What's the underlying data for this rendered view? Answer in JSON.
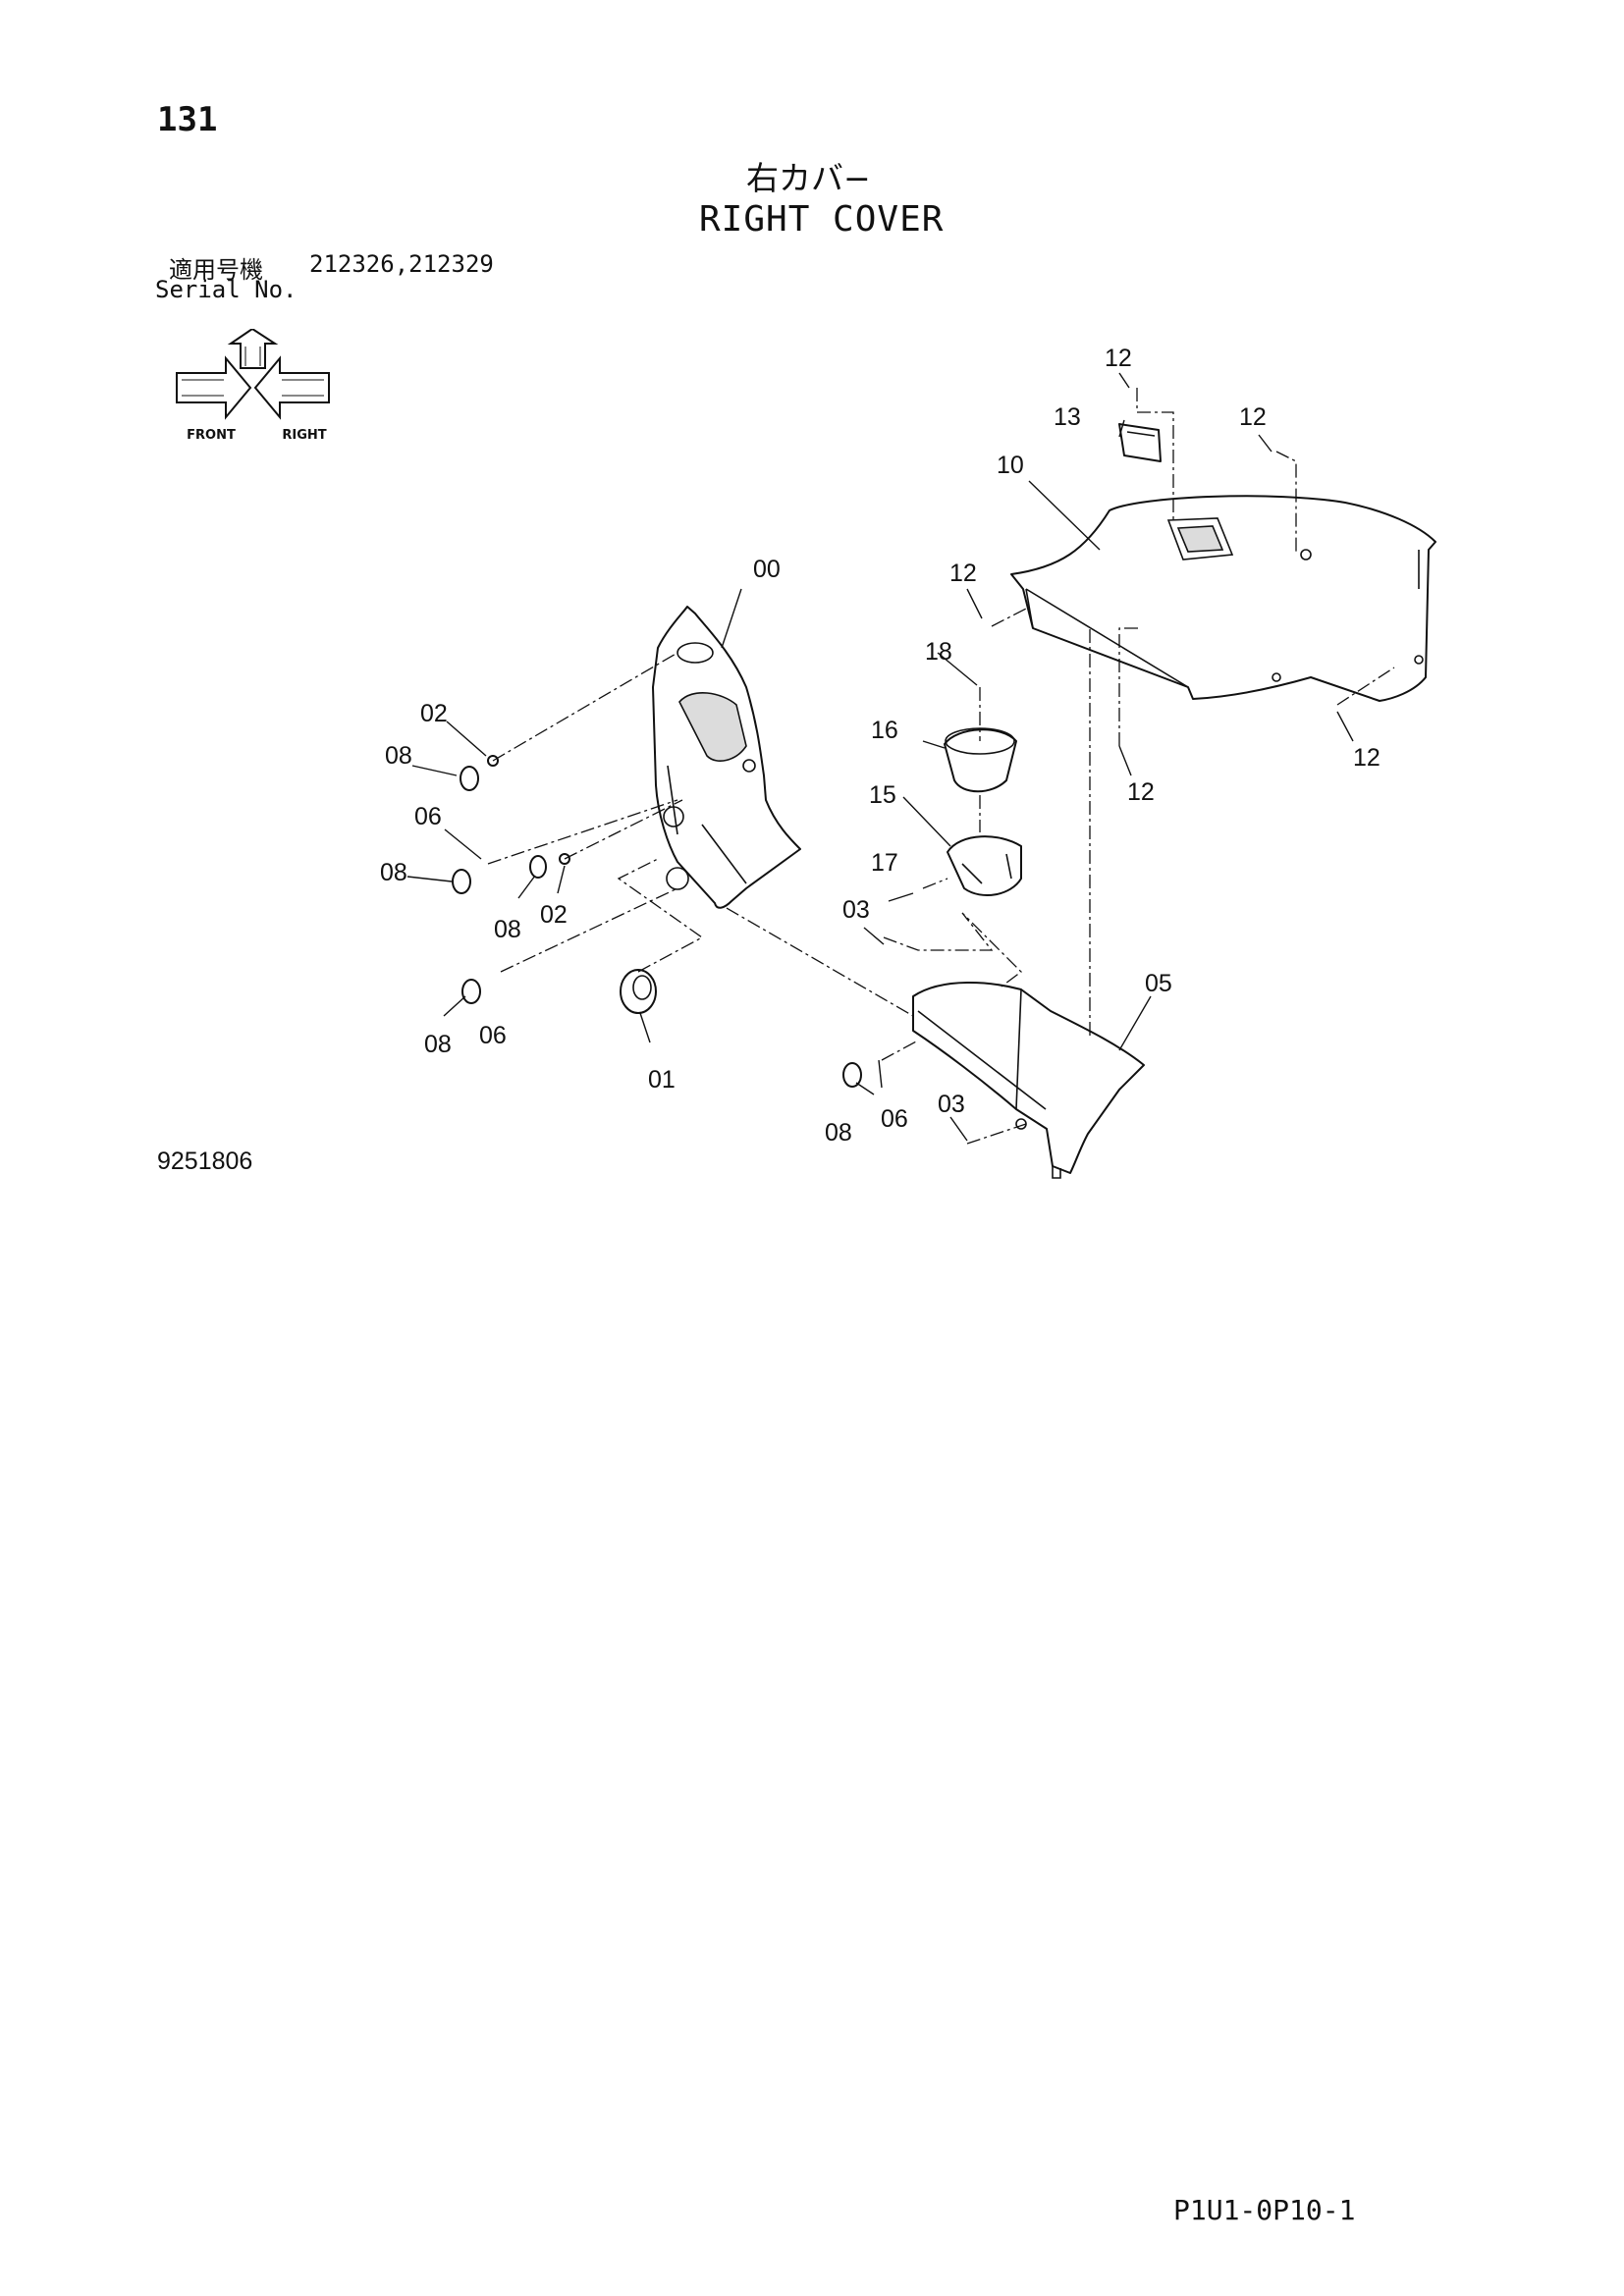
{
  "header": {
    "page_number": "131",
    "title_jp": "右カバ−",
    "title_en": "RIGHT COVER",
    "serial_label_jp": "適用号機",
    "serial_values": "212326,212329",
    "serial_label_en": "Serial No."
  },
  "orientation_icon": {
    "icon": "orientation-arrows-icon",
    "labels": [
      "FRONT",
      "RIGHT"
    ]
  },
  "parts": [
    {
      "id": "00",
      "label": "00"
    },
    {
      "id": "01",
      "label": "01"
    },
    {
      "id": "02",
      "label": "02"
    },
    {
      "id": "03",
      "label": "03"
    },
    {
      "id": "05",
      "label": "05"
    },
    {
      "id": "06",
      "label": "06"
    },
    {
      "id": "08",
      "label": "08"
    },
    {
      "id": "10",
      "label": "10"
    },
    {
      "id": "12",
      "label": "12"
    },
    {
      "id": "13",
      "label": "13"
    },
    {
      "id": "15",
      "label": "15"
    },
    {
      "id": "16",
      "label": "16"
    },
    {
      "id": "17",
      "label": "17"
    },
    {
      "id": "18",
      "label": "18"
    }
  ],
  "footer": {
    "drawing_number": "9251806",
    "page_code": "P1U1-0P10-1"
  }
}
